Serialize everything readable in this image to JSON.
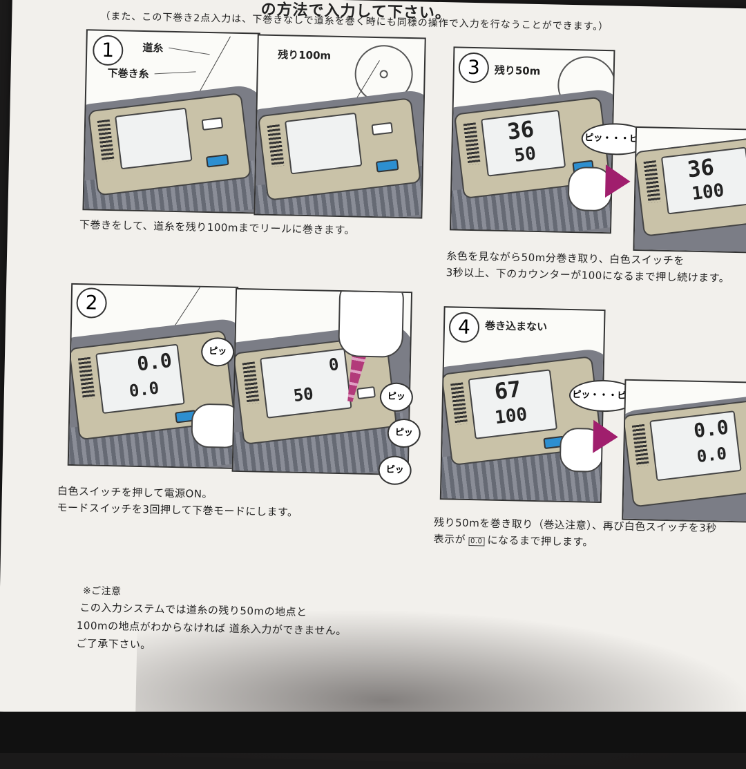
{
  "header": {
    "title": "の方法で入力して下さい。",
    "note": "（また、この下巻き2点入力は、下巻きなしで道糸を巻く時にも同様の操作で入力を行なうことができます。）"
  },
  "step1": {
    "num": "1",
    "label_michi": "道糸",
    "label_shita": "下巻き糸",
    "label_remain": "残り100m",
    "caption": "下巻きをして、道糸を残り100mまでリールに巻きます。"
  },
  "step2": {
    "num": "2",
    "lcd_top": "0.0",
    "lcd_bottom": "0.0",
    "lcd2_top": "0",
    "lcd2_bottom": "50",
    "beep": "ピッ",
    "caption1": "白色スイッチを押して電源ON。",
    "caption2": "モードスイッチを3回押して下巻モードにします。"
  },
  "step3": {
    "num": "3",
    "label_remain": "残り50m",
    "lcd_top": "36",
    "lcd_bottom": "50",
    "lcd2_top": "36",
    "lcd2_bottom": "100",
    "beep": "ピッ・・・ピッ",
    "caption1": "糸色を見ながら50m分巻き取り、白色スイッチを",
    "caption2": "3秒以上、下のカウンターが100になるまで押し続けます。"
  },
  "step4": {
    "num": "4",
    "label": "巻き込まない",
    "lcd_top": "67",
    "lcd_bottom": "100",
    "lcd2_top": "0.0",
    "lcd2_bottom": "0.0",
    "beep": "ピッ・・・ピッ",
    "caption1": "残り50mを巻き取り（巻込注意）、再び白色スイッチを3秒",
    "caption2a": "表示が",
    "caption2_box": "0.0",
    "caption2b": "になるまで押します。"
  },
  "notice": {
    "title": "※ご注意",
    "line1": "この入力システムでは道糸の残り50mの地点と",
    "line2": "100mの地点がわからなければ 道糸入力ができません。",
    "line3": "ご了承下さい。"
  }
}
